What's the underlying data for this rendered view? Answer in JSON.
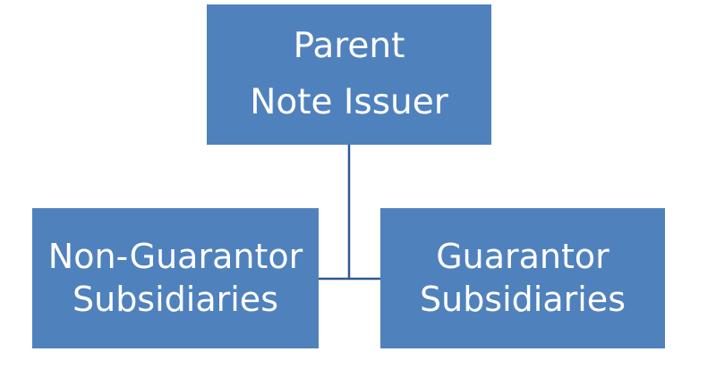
{
  "diagram": {
    "parent": {
      "line1": "Parent",
      "line2": "Note Issuer"
    },
    "non_guarantor": {
      "line1": "Non-Guarantor",
      "line2": "Subsidiaries"
    },
    "guarantor": {
      "line1": "Guarantor",
      "line2": "Subsidiaries"
    }
  },
  "colors": {
    "box_fill": "#4f81bd",
    "connector": "#2f5a8a",
    "text": "#ffffff"
  }
}
